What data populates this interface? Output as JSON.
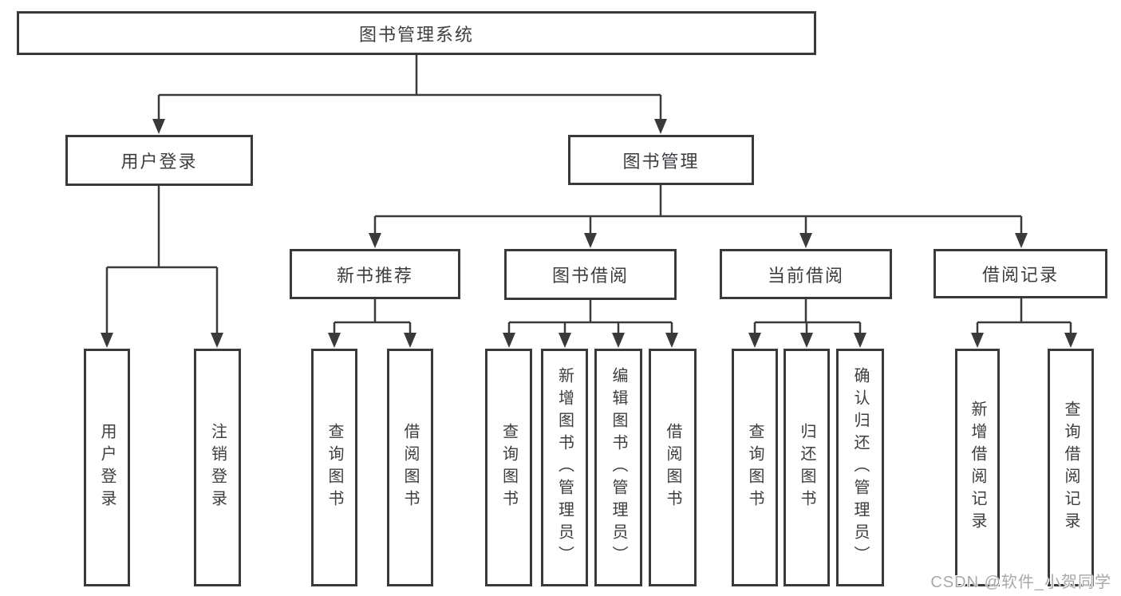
{
  "diagram": {
    "root": {
      "label": "图书管理系统"
    },
    "level2": {
      "user_login": {
        "label": "用户登录"
      },
      "book_management": {
        "label": "图书管理"
      }
    },
    "level3": {
      "new_book_recommend": {
        "label": "新书推荐"
      },
      "book_borrow": {
        "label": "图书借阅"
      },
      "current_borrow": {
        "label": "当前借阅"
      },
      "borrow_records": {
        "label": "借阅记录"
      }
    },
    "leaves": {
      "user_login": [
        "用户登录",
        "注销登录"
      ],
      "new_book_recommend": [
        "查询图书",
        "借阅图书"
      ],
      "book_borrow": [
        "查询图书",
        "新增图书（管理员）",
        "编辑图书（管理员）",
        "借阅图书"
      ],
      "current_borrow": [
        "查询图书",
        "归还图书",
        "确认归还（管理员）"
      ],
      "borrow_records": [
        "新增借阅记录",
        "查询借阅记录"
      ]
    }
  },
  "watermark": "CSDN @软件_小贺同学",
  "colors": {
    "line": "#3a3a3a",
    "text": "#3d3d42",
    "watermark": "#a9a9ad",
    "background": "#ffffff"
  }
}
